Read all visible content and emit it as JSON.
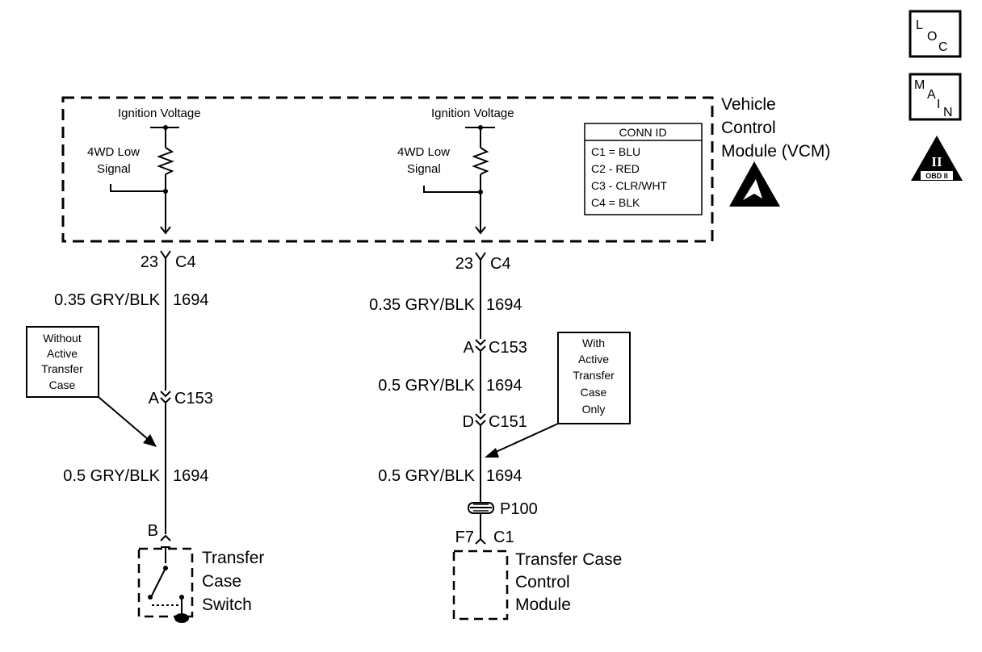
{
  "vcm": {
    "title_line1": "Vehicle",
    "title_line2": "Control",
    "title_line3": "Module (VCM)",
    "left_circuit": {
      "ignition_label": "Ignition Voltage",
      "signal_line1": "4WD Low",
      "signal_line2": "Signal"
    },
    "right_circuit": {
      "ignition_label": "Ignition Voltage",
      "signal_line1": "4WD Low",
      "signal_line2": "Signal"
    }
  },
  "conn_id": {
    "header": "CONN ID",
    "rows": [
      "C1 = BLU",
      "C2 - RED",
      "C3 - CLR/WHT",
      "C4 = BLK"
    ]
  },
  "icons": {
    "loc": {
      "name": "loc-icon",
      "chars": [
        "L",
        "O",
        "C"
      ]
    },
    "main": {
      "name": "main-icon",
      "chars": [
        "M",
        "A",
        "I",
        "N"
      ]
    },
    "obd": {
      "name": "obd-ii-icon",
      "numeral": "II",
      "label": "OBD II"
    },
    "esd": {
      "name": "esd-warning-icon"
    }
  },
  "left_branch": {
    "pin_top": "23",
    "conn_top": "C4",
    "wire1_gauge_color": "0.35 GRY/BLK",
    "wire1_circuit": "1694",
    "note_line1": "Without",
    "note_line2": "Active",
    "note_line3": "Transfer",
    "note_line4": "Case",
    "c153_pin": "A",
    "c153_conn": "C153",
    "wire2_gauge_color": "0.5 GRY/BLK",
    "wire2_circuit": "1694",
    "switch_pin": "B",
    "component_line1": "Transfer",
    "component_line2": "Case",
    "component_line3": "Switch"
  },
  "right_branch": {
    "pin_top": "23",
    "conn_top": "C4",
    "wire1_gauge_color": "0.35 GRY/BLK",
    "wire1_circuit": "1694",
    "c153_pin": "A",
    "c153_conn": "C153",
    "wire2_gauge_color": "0.5 GRY/BLK",
    "wire2_circuit": "1694",
    "c151_pin": "D",
    "c151_conn": "C151",
    "note_line1": "With",
    "note_line2": "Active",
    "note_line3": "Transfer",
    "note_line4": "Case",
    "note_line5": "Only",
    "wire3_gauge_color": "0.5 GRY/BLK",
    "wire3_circuit": "1694",
    "splice": "P100",
    "module_pin": "F7",
    "module_conn": "C1",
    "component_line1": "Transfer Case",
    "component_line2": "Control",
    "component_line3": "Module"
  }
}
